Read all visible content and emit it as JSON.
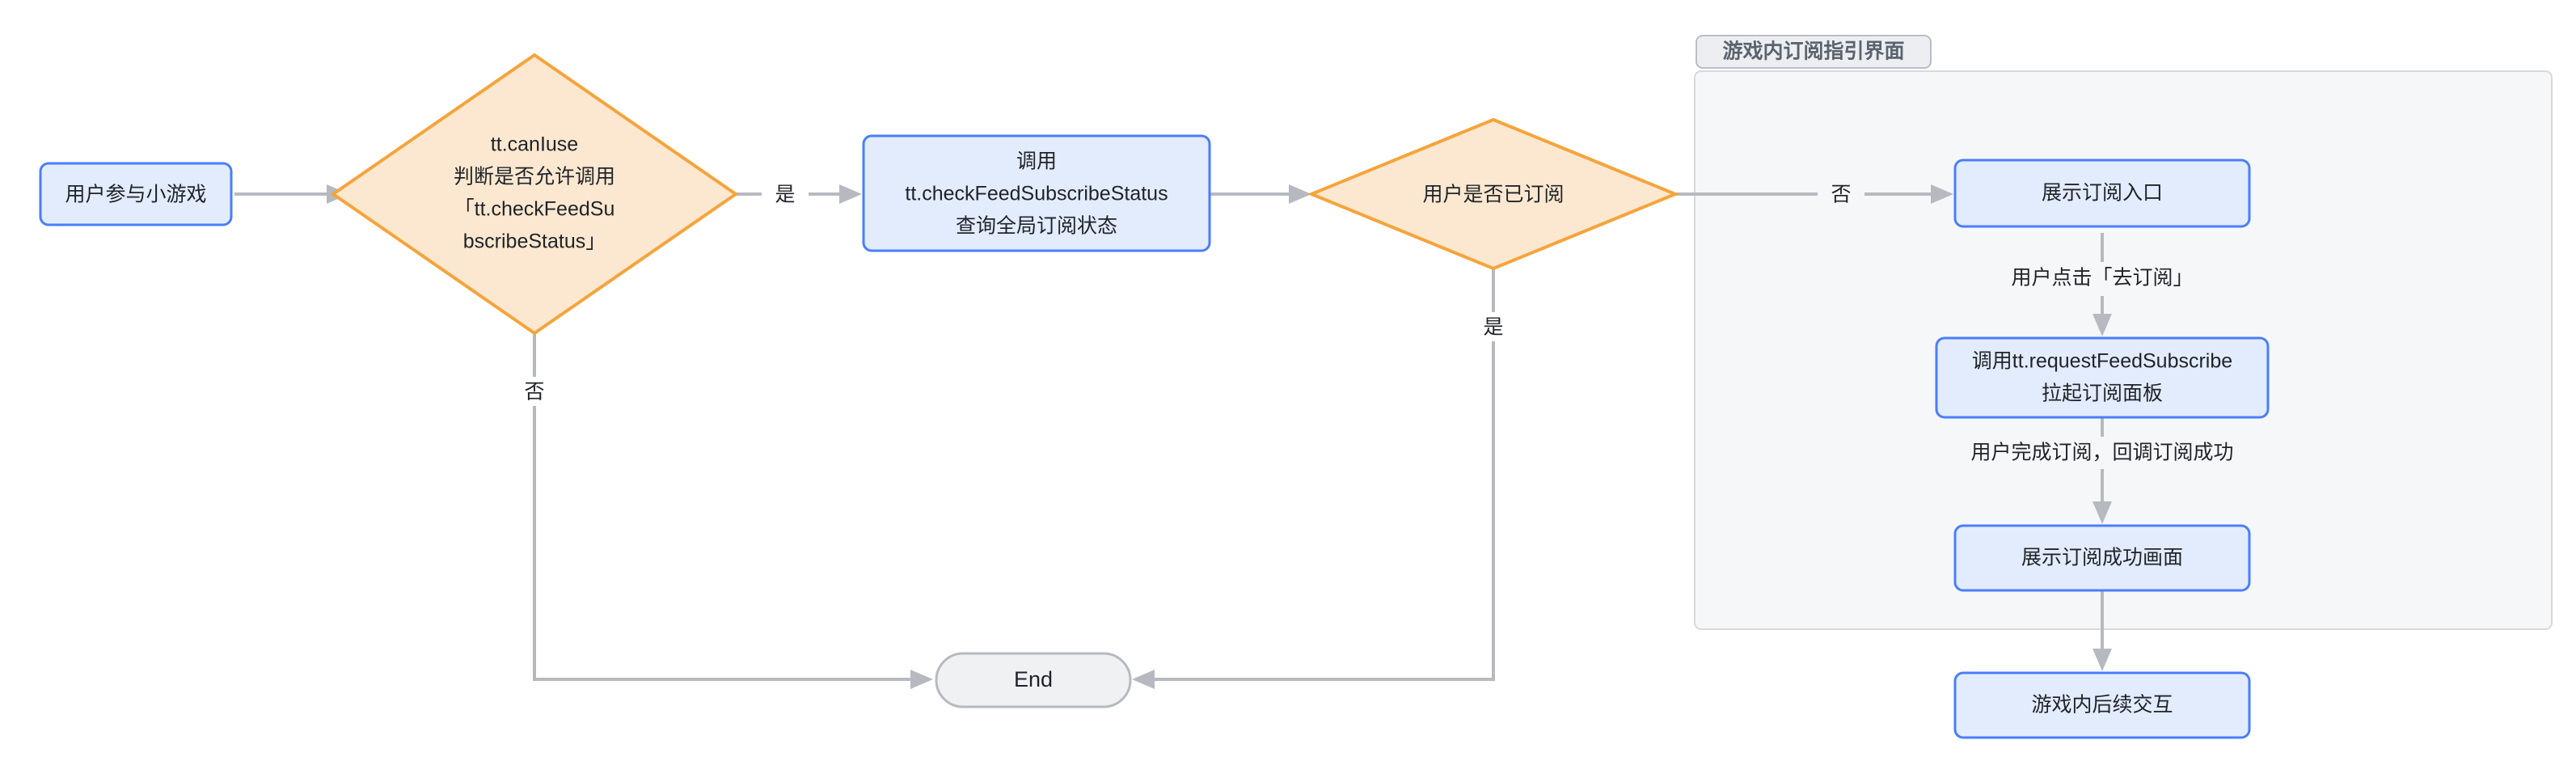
{
  "diagram": {
    "type": "flowchart",
    "direction": "left-to-right",
    "background": "#ffffff",
    "palette": {
      "process_fill": "#e3ecfd",
      "process_stroke": "#4a7efc",
      "decision_fill": "#fce8d0",
      "decision_stroke": "#f5a43c",
      "terminal_fill": "#eff1f3",
      "terminal_stroke": "#b6bac0",
      "edge": "#b6bac0",
      "subgraph_fill": "#f6f7f9",
      "subgraph_stroke": "#d6d9de",
      "text": "#1f2329",
      "subgraph_label_text": "#5b636e"
    },
    "subgraph": {
      "label": "游戏内订阅指引界面"
    },
    "nodes": {
      "start": {
        "label": "用户参与小游戏",
        "shape": "rounded-rect"
      },
      "can_iuse": {
        "line1": "tt.canIuse",
        "line2": "判断是否允许调用",
        "line3": "「tt.checkFeedSu",
        "line4": "bscribeStatus」",
        "shape": "diamond"
      },
      "check_status": {
        "line1": "调用",
        "line2": "tt.checkFeedSubscribeStatus",
        "line3": "查询全局订阅状态",
        "shape": "rounded-rect"
      },
      "is_subscribed": {
        "label": "用户是否已订阅",
        "shape": "diamond"
      },
      "show_entry": {
        "label": "展示订阅入口",
        "shape": "rounded-rect"
      },
      "request_subscribe": {
        "line1": "调用tt.requestFeedSubscribe",
        "line2": "拉起订阅面板",
        "shape": "rounded-rect"
      },
      "show_success": {
        "label": "展示订阅成功画面",
        "shape": "rounded-rect"
      },
      "followup": {
        "label": "游戏内后续交互",
        "shape": "rounded-rect"
      },
      "end": {
        "label": "End",
        "shape": "stadium"
      }
    },
    "edges": [
      {
        "from": "start",
        "to": "can_iuse",
        "label": ""
      },
      {
        "from": "can_iuse",
        "to": "check_status",
        "label": "是"
      },
      {
        "from": "can_iuse",
        "to": "end",
        "label": "否"
      },
      {
        "from": "check_status",
        "to": "is_subscribed",
        "label": ""
      },
      {
        "from": "is_subscribed",
        "to": "show_entry",
        "label": "否"
      },
      {
        "from": "is_subscribed",
        "to": "end",
        "label": "是"
      },
      {
        "from": "show_entry",
        "to": "request_subscribe",
        "label": "用户点击「去订阅」"
      },
      {
        "from": "request_subscribe",
        "to": "show_success",
        "label": "用户完成订阅，回调订阅成功"
      },
      {
        "from": "show_success",
        "to": "followup",
        "label": ""
      }
    ]
  }
}
